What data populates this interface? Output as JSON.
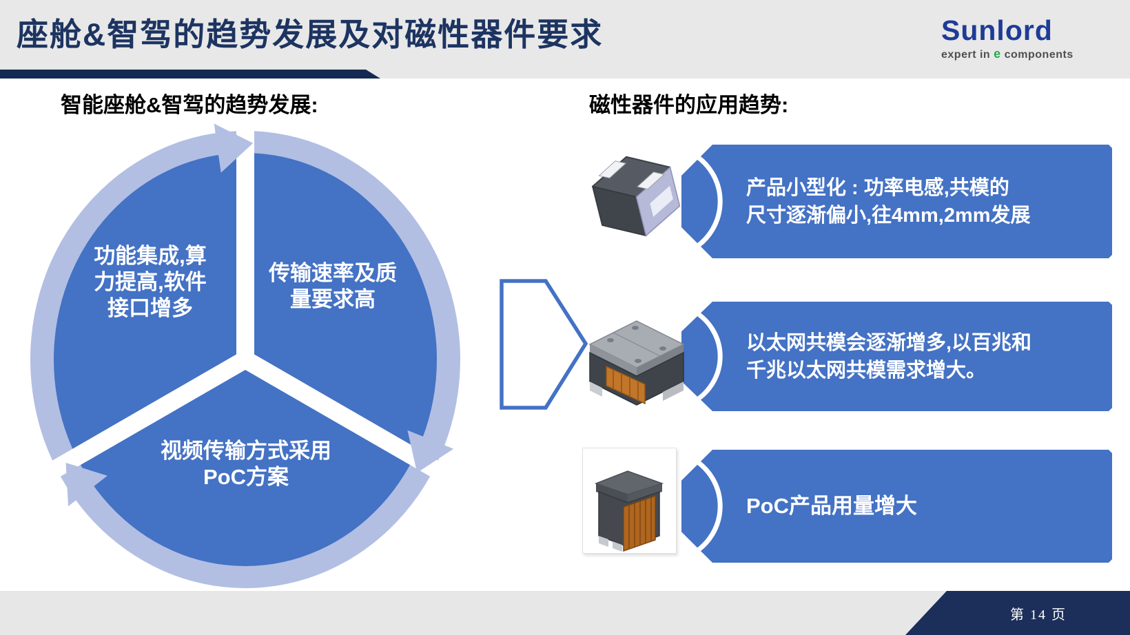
{
  "header": {
    "title": "座舱&智驾的趋势发展及对磁性器件要求",
    "logo": {
      "brand": "Sunlord",
      "tagline_prefix": "expert in",
      "tagline_e": "e",
      "tagline_suffix": "components"
    }
  },
  "left_panel": {
    "heading": "智能座舱&智驾的趋势发展:",
    "cycle_segments": [
      {
        "name": "function-integration",
        "lines": [
          "功能集成,算",
          "力提高,软件",
          "接口增多"
        ]
      },
      {
        "name": "transmission-rate",
        "lines": [
          "传输速率及质",
          "量要求高"
        ]
      },
      {
        "name": "video-poc",
        "lines": [
          "视频传输方式采用",
          "PoC方案"
        ]
      }
    ]
  },
  "right_panel": {
    "heading": "磁性器件的应用趋势:",
    "items": [
      {
        "image": "power-inductor",
        "lines": [
          "产品小型化 : 功率电感,共模的",
          "尺寸逐渐偏小,往4mm,2mm发展"
        ]
      },
      {
        "image": "common-mode-choke",
        "lines": [
          "以太网共模会逐渐增多,以百兆和",
          "千兆以太网共模需求增大。"
        ]
      },
      {
        "image": "poc-inductor",
        "lines": [
          "PoC产品用量增大"
        ]
      }
    ]
  },
  "footer": {
    "page_label": "第 14 页"
  },
  "colors": {
    "accent_blue": "#4472c4",
    "light_blue": "#b2bfe3",
    "title_navy": "#1d3461",
    "bar_navy": "#142a52",
    "footer_navy": "#1c2f5a",
    "header_gray": "#e8e8e8"
  }
}
